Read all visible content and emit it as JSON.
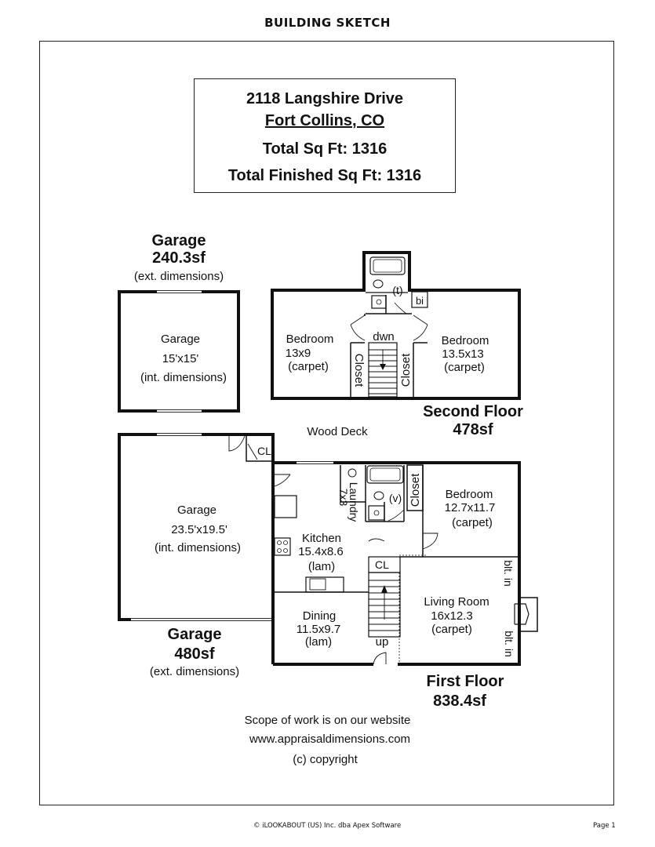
{
  "page_title": "BUILDING SKETCH",
  "address_box": {
    "street": "2118 Langshire Drive",
    "city": "Fort Collins, CO",
    "total_sqft": "Total Sq Ft: 1316",
    "total_finished_sqft": "Total Finished Sq Ft: 1316"
  },
  "detached_garage": {
    "heading": "Garage",
    "area": "240.3sf",
    "note": "(ext. dimensions)",
    "room_label": "Garage",
    "room_dims": "15'x15'",
    "room_note": "(int. dimensions)"
  },
  "second_floor": {
    "heading": "Second Floor",
    "area": "478sf",
    "rooms": {
      "bedroom_left": {
        "name": "Bedroom",
        "dims": "13x9",
        "floor": "(carpet)"
      },
      "bedroom_right": {
        "name": "Bedroom",
        "dims": "13.5x13",
        "floor": "(carpet)"
      },
      "closet_left": "Closet",
      "closet_right": "Closet",
      "stairs_label": "dwn",
      "toilet_label": "(t)",
      "built_in_label": "bi"
    }
  },
  "attached_garage": {
    "heading": "Garage",
    "area": "480sf",
    "note": "(ext. dimensions)",
    "room_label": "Garage",
    "room_dims": "23.5'x19.5'",
    "room_note": "(int. dimensions)",
    "closet_label": "CL"
  },
  "first_floor": {
    "heading": "First Floor",
    "area": "838.4sf",
    "wood_deck": "Wood Deck",
    "rooms": {
      "kitchen": {
        "name": "Kitchen",
        "dims": "15.4x8.6",
        "floor": "(lam)"
      },
      "dining": {
        "name": "Dining",
        "dims": "11.5x9.7",
        "floor": "(lam)"
      },
      "living": {
        "name": "Living Room",
        "dims": "16x12.3",
        "floor": "(carpet)"
      },
      "bedroom": {
        "name": "Bedroom",
        "dims": "12.7x11.7",
        "floor": "(carpet)"
      },
      "laundry_name": "Laundry",
      "laundry_dims": "7x3",
      "closet": "Closet",
      "vanity_label": "(v)",
      "stair_closet": "CL",
      "stairs_label": "up",
      "built_in_1": "blt. in",
      "built_in_2": "blt. in"
    }
  },
  "scope": {
    "line1": "Scope of work is on our website",
    "line2": "www.appraisaldimensions.com",
    "line3": "(c) copyright"
  },
  "footer": {
    "left": "© iLOOKABOUT (US) Inc. dba Apex Software",
    "right": "Page 1"
  }
}
